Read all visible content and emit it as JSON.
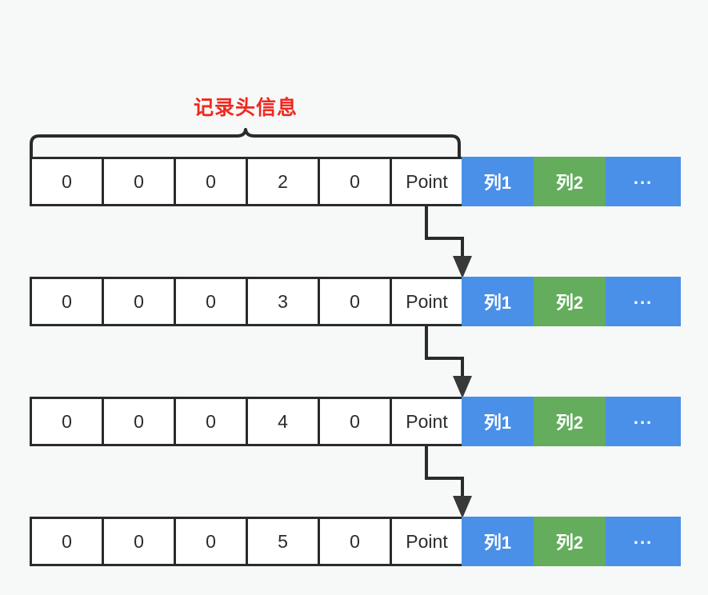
{
  "diagram": {
    "title": "记录头信息",
    "title_color": "#f0281e",
    "background_color": "#f7f8f8",
    "border_color": "#2b2b2b",
    "colors": {
      "column_blue": "#4a90e8",
      "column_green": "#63ad5c"
    },
    "brace": {
      "label": "记录头信息",
      "spans_header_cells": 6
    },
    "rows": [
      {
        "header_cells": [
          "0",
          "0",
          "0",
          "2",
          "0",
          "Point"
        ],
        "column_cells": [
          {
            "label": "列1",
            "color": "blue"
          },
          {
            "label": "列2",
            "color": "green"
          },
          {
            "label": "...",
            "color": "blue"
          }
        ],
        "has_outgoing_pointer": true
      },
      {
        "header_cells": [
          "0",
          "0",
          "0",
          "3",
          "0",
          "Point"
        ],
        "column_cells": [
          {
            "label": "列1",
            "color": "blue"
          },
          {
            "label": "列2",
            "color": "green"
          },
          {
            "label": "...",
            "color": "blue"
          }
        ],
        "has_outgoing_pointer": true
      },
      {
        "header_cells": [
          "0",
          "0",
          "0",
          "4",
          "0",
          "Point"
        ],
        "column_cells": [
          {
            "label": "列1",
            "color": "blue"
          },
          {
            "label": "列2",
            "color": "green"
          },
          {
            "label": "...",
            "color": "blue"
          }
        ],
        "has_outgoing_pointer": true
      },
      {
        "header_cells": [
          "0",
          "0",
          "0",
          "5",
          "0",
          "Point"
        ],
        "column_cells": [
          {
            "label": "列1",
            "color": "blue"
          },
          {
            "label": "列2",
            "color": "green"
          },
          {
            "label": "...",
            "color": "blue"
          }
        ],
        "has_outgoing_pointer": false
      }
    ]
  }
}
